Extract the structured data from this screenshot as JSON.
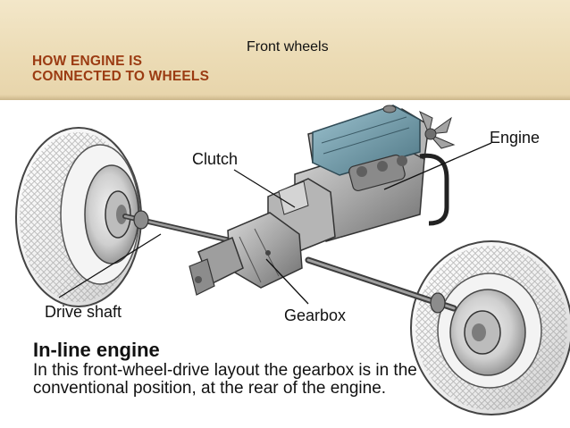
{
  "slide": {
    "title_line1": "HOW ENGINE IS",
    "title_line2": "CONNECTED TO WHEELS",
    "top_label": "Front wheels"
  },
  "diagram": {
    "labels": {
      "clutch": "Clutch",
      "engine": "Engine",
      "drive_shaft": "Drive shaft",
      "gearbox": "Gearbox"
    },
    "caption_title": "In-line engine",
    "caption_body": "In this front-wheel-drive layout the gearbox is in the conventional position, at the rear of the engine."
  },
  "colors": {
    "header_bg": "#ecdcb6",
    "title_text": "#9b3b12",
    "engine_head": "#6f98a8",
    "metal": "#9a9a9a"
  }
}
